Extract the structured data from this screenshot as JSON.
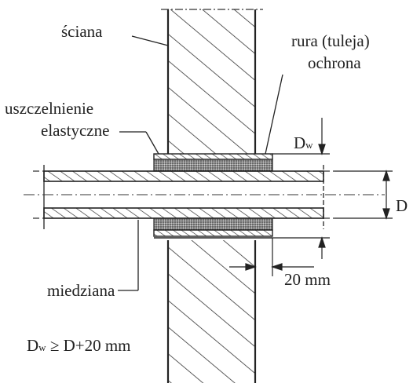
{
  "labels": {
    "wall": "ściana",
    "sleeve_line1": "rura (tuleja)",
    "sleeve_line2": "ochrona",
    "seal_line1": "uszczelnienie",
    "seal_line2": "elastyczne",
    "pipe": "miedziana",
    "dim_dw_main": "D",
    "dim_dw_sub": "w",
    "dim_d": "D",
    "dim_20": "20 mm",
    "formula_main": "D",
    "formula_sub": "w",
    "formula_rest": " ≥ D+20 mm"
  }
}
